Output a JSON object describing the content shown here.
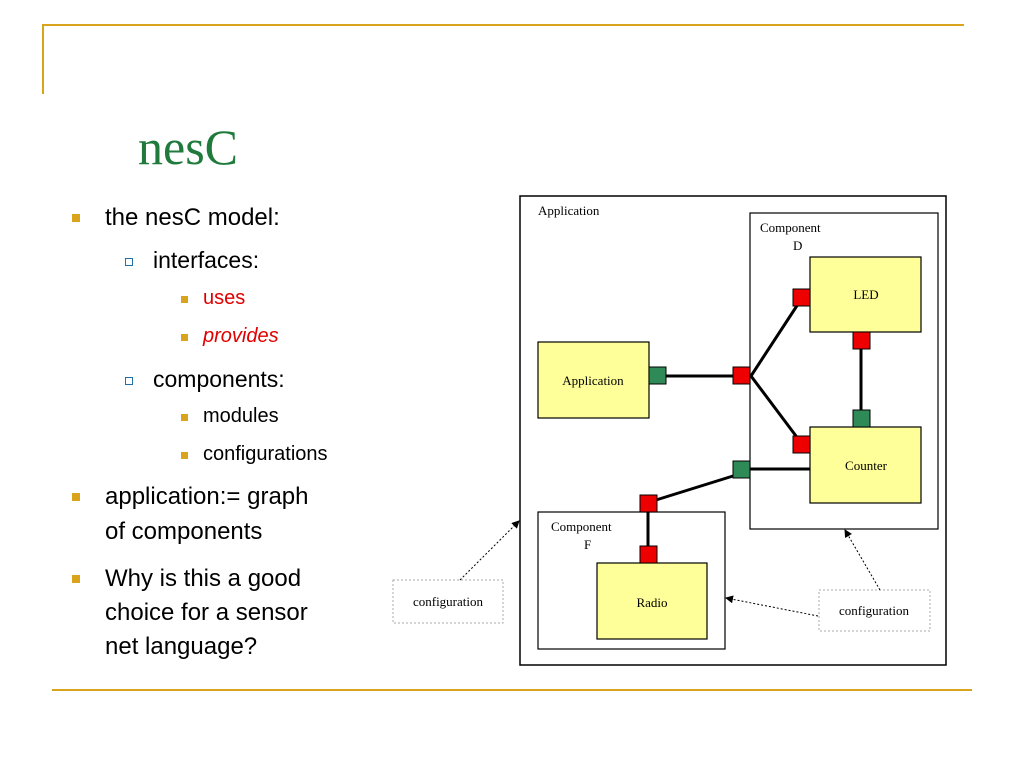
{
  "slide": {
    "title": "nesC",
    "bullets": {
      "model": "the nesC model:",
      "interfaces": "interfaces:",
      "uses": "uses",
      "provides": "provides",
      "components": "components:",
      "modules": "modules",
      "configurations": "configurations",
      "application_line1": "application:= graph",
      "application_line2": "of components",
      "why_line1": "Why is this a good",
      "why_line2": "choice for a sensor",
      "why_line3": "net language?"
    }
  },
  "diagram": {
    "outer_label": "Application",
    "component_d_label_1": "Component",
    "component_d_label_2": "D",
    "component_f_label_1": "Component",
    "component_f_label_2": "F",
    "app_box_label": "Application",
    "led_label": "LED",
    "counter_label": "Counter",
    "radio_label": "Radio",
    "config_left": "configuration",
    "config_right": "configuration",
    "colors": {
      "box_fill": "#ffff99",
      "uses_port": "#ee0000",
      "provides_port": "#2e8b57",
      "title": "#1f7a3c",
      "accent": "#d9a41c"
    }
  }
}
